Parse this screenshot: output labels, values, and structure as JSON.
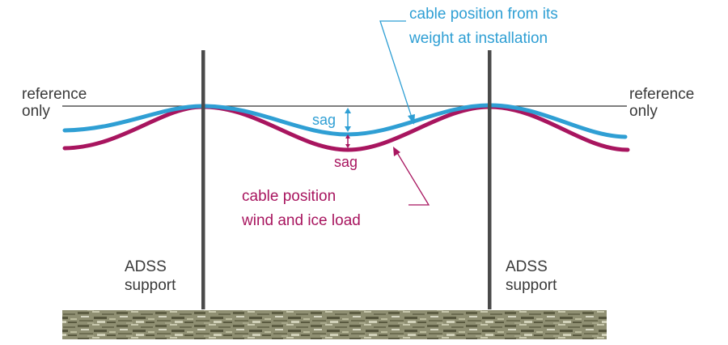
{
  "labels": {
    "reference_left": [
      "reference",
      "only"
    ],
    "reference_right": [
      "reference",
      "only"
    ],
    "support_left": [
      "ADSS",
      "support"
    ],
    "support_right": [
      "ADSS",
      "support"
    ],
    "installation_cable": [
      "cable position from its",
      "weight at installation"
    ],
    "loaded_cable": [
      "cable position",
      "wind and ice load"
    ],
    "sag_installation": "sag",
    "sag_loaded": "sag"
  },
  "colors": {
    "installation_cable": "#2f9fd4",
    "loaded_cable": "#a8155f",
    "support_pole": "#4a4a4a",
    "reference_line": "#333333",
    "ground": "#7a7a5e"
  }
}
